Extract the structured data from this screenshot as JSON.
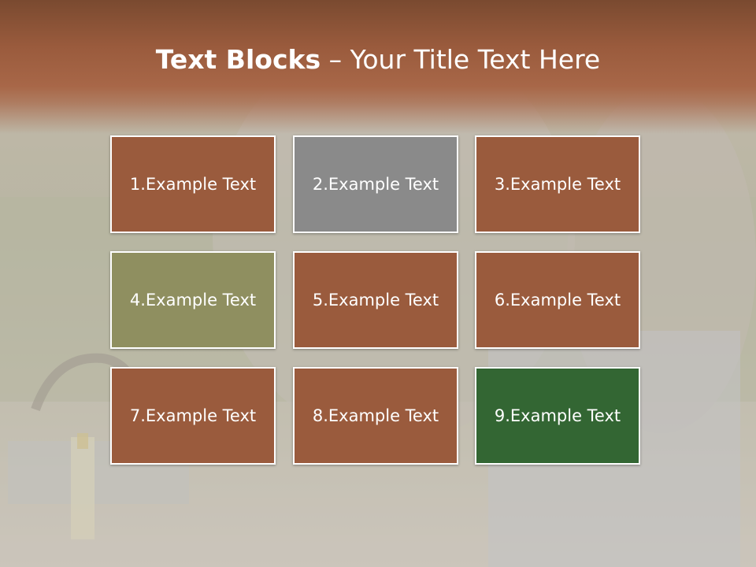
{
  "slide": {
    "title_bold": "Text Blocks",
    "title_dash": " – ",
    "title_rest": "Your Title Text Here"
  },
  "blocks": [
    {
      "label": "1.Example Text",
      "color": "#9a5b3d"
    },
    {
      "label": "2.Example Text",
      "color": "#8a8a8a"
    },
    {
      "label": "3.Example Text",
      "color": "#9a5b3d"
    },
    {
      "label": "4.Example Text",
      "color": "#8f8f60"
    },
    {
      "label": "5.Example Text",
      "color": "#9a5b3d"
    },
    {
      "label": "6.Example Text",
      "color": "#9a5b3d"
    },
    {
      "label": "7.Example Text",
      "color": "#9a5b3d"
    },
    {
      "label": "8.Example Text",
      "color": "#9a5b3d"
    },
    {
      "label": "9.Example Text",
      "color": "#336633"
    }
  ],
  "colors": {
    "header": "#9a5b3d",
    "title_text": "#ffffff"
  }
}
